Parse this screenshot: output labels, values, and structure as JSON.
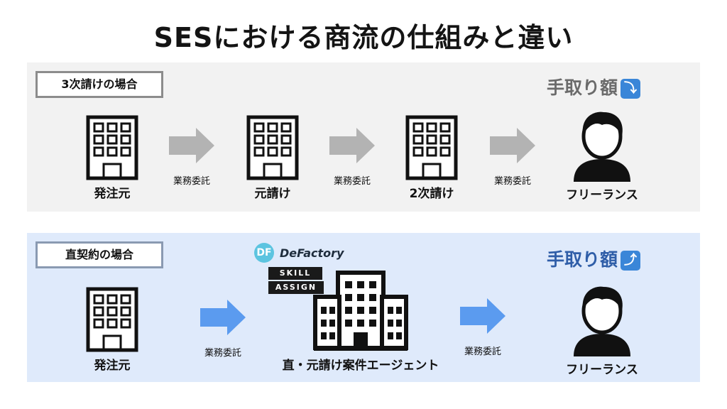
{
  "title": "SESにおける商流の仕組みと違い",
  "top": {
    "case_label": "3次請けの場合",
    "take_home": "手取り額",
    "take_home_badge": "⤵",
    "nodes": [
      "発注元",
      "元請け",
      "2次請け",
      "フリーランス"
    ],
    "arrow_label": "業務委託"
  },
  "bottom": {
    "case_label": "直契約の場合",
    "take_home": "手取り額",
    "take_home_badge": "⤴",
    "nodes": [
      "発注元",
      "直・元請け案件エージェント",
      "フリーランス"
    ],
    "arrow_label": "業務委託",
    "logo_defactory": "DeFactory",
    "logo_defactory_mark": "DF",
    "logo_skill": "SKILL",
    "logo_assign": "ASSIGN"
  },
  "colors": {
    "top_panel": "#f2f2f2",
    "bottom_panel": "#dfeafb",
    "gray_arrow": "#b3b3b3",
    "blue_arrow": "#5b9bef",
    "take_home_blue": "#2f5ea8"
  }
}
